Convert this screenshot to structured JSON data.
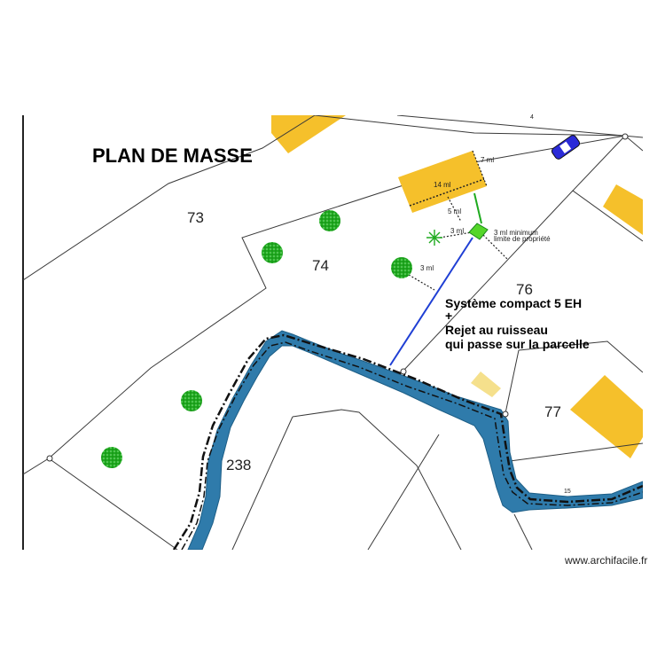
{
  "title": "PLAN DE MASSE",
  "parcels": {
    "p73": "73",
    "p74": "74",
    "p76": "76",
    "p77": "77",
    "p238": "238",
    "road_number": "4",
    "small_number": "15"
  },
  "dimensions": {
    "house_width": "7 ml",
    "house_length": "14 ml",
    "house_to_system": "5 ml",
    "tree_to_system": "3 ml",
    "system_to_limit_line1": "3 ml minimum",
    "system_to_limit_line2": "limite de propriété",
    "system_to_tree": "3 ml"
  },
  "note": {
    "line1": "Système compact 5 EH",
    "line2": "+",
    "line3": "Rejet au ruisseau",
    "line4": "qui passe sur la parcelle"
  },
  "watermark": "www.archifacile.fr",
  "colors": {
    "building": "#f5c02b",
    "stream": "#2f7bab",
    "pipe": "#1f3fd4",
    "tree": "#1faa1f",
    "system": "#55d62a",
    "car": "#2b2bd8"
  }
}
